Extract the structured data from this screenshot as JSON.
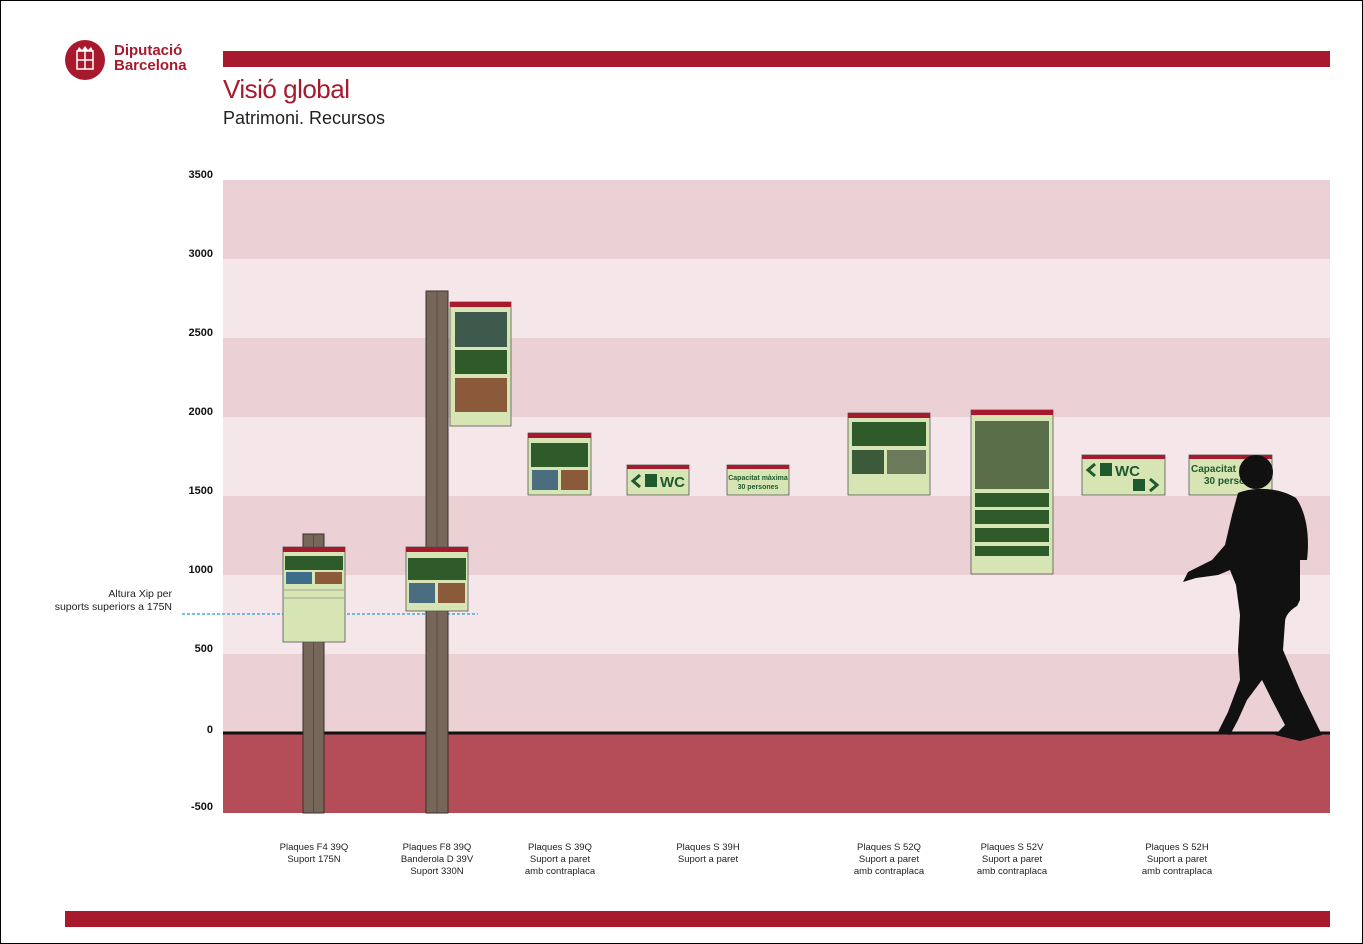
{
  "header": {
    "brand_line1": "Diputació",
    "brand_line2": "Barcelona",
    "title": "Visió global",
    "subtitle": "Patrimoni. Recursos"
  },
  "colors": {
    "brand_red": "#a8192e",
    "ground": "#b44d58",
    "band_dark": "#ebd1d6",
    "band_light": "#f4e6e9",
    "panel": "#d7e5b5",
    "post": "#76675a"
  },
  "scale": {
    "unit": "mm",
    "y_ticks": [
      "3500",
      "3000",
      "2500",
      "2000",
      "1500",
      "1000",
      "500",
      "0",
      "-500"
    ]
  },
  "reference_line": {
    "label_line1": "Altura Xip per",
    "label_line2": "suports superiors a 175N",
    "height": 750
  },
  "signs": {
    "wc_label": "WC",
    "capacity_line1": "Capacitat màxima",
    "capacity_line2": "30 persones",
    "capacity_cut_line1": "Capacitat m",
    "capacity_cut_line2": "30 perso"
  },
  "captions": [
    {
      "lines": [
        "Plaques F4 39Q",
        "Suport 175N"
      ]
    },
    {
      "lines": [
        "Plaques F8 39Q",
        "Banderola D 39V",
        "Suport 330N"
      ]
    },
    {
      "lines": [
        "Plaques S 39Q",
        "Suport a paret",
        "amb contraplaca"
      ]
    },
    {
      "lines": [
        "Plaques S 39H",
        "Suport a paret"
      ]
    },
    {
      "lines": [
        "Plaques S 52Q",
        "Suport a paret",
        "amb contraplaca"
      ]
    },
    {
      "lines": [
        "Plaques S 52V",
        "Suport a paret",
        "amb contraplaca"
      ]
    },
    {
      "lines": [
        "Plaques S 52H",
        "Suport a paret",
        "amb contraplaca"
      ]
    }
  ]
}
